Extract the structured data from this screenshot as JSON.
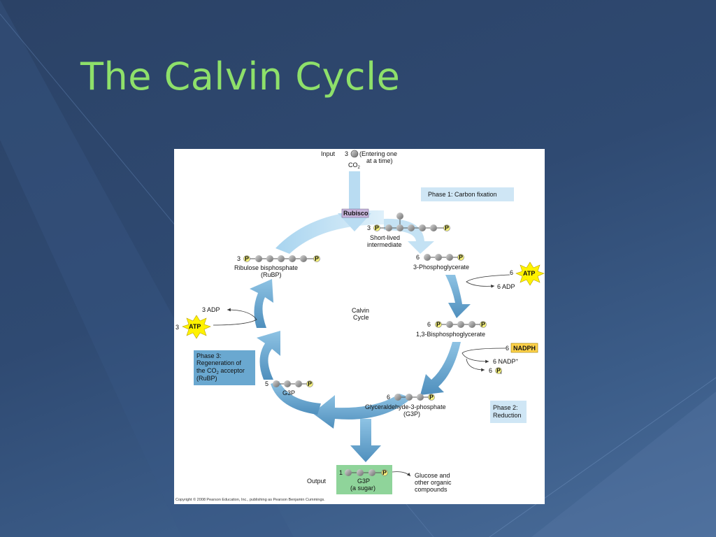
{
  "slide": {
    "title": "The Calvin Cycle"
  },
  "diagram": {
    "input": {
      "label": "Input",
      "count": "3",
      "note_line1": "(Entering one",
      "note_line2": "at a time)",
      "molecule": "CO",
      "subscript": "2"
    },
    "enzyme": "Rubisco",
    "phases": {
      "phase1": "Phase 1: Carbon fixation",
      "phase2_line1": "Phase 2:",
      "phase2_line2": "Reduction",
      "phase3_line1": "Phase 3:",
      "phase3_line2": "Regeneration of",
      "phase3_line3a": "the CO",
      "phase3_line3sub": "2",
      "phase3_line3b": " acceptor",
      "phase3_line4": "(RuBP)"
    },
    "intermediate": {
      "count": "3",
      "line1": "Short-lived",
      "line2": "intermediate"
    },
    "pga": {
      "count": "6",
      "name": "3-Phosphoglycerate"
    },
    "atp_in": {
      "count": "6",
      "label": "ATP",
      "adp_out": "6 ADP"
    },
    "bpg": {
      "count": "6",
      "name": "1,3-Bisphosphoglycerate"
    },
    "nadph_in": {
      "count": "6",
      "label": "NADPH",
      "nadp_count": "6",
      "nadp_label": "NADP",
      "nadp_sup": "+",
      "pi_count": "6",
      "pi_label": "P",
      "pi_sub": "i"
    },
    "g3p6": {
      "count": "6",
      "line1": "Glyceraldehyde-3-phosphate",
      "line2": "(G3P)"
    },
    "cycle_center": {
      "line1": "Calvin",
      "line2": "Cycle"
    },
    "g3p5": {
      "count": "5",
      "name": "G3P"
    },
    "rubp": {
      "count": "3",
      "line1": "Ribulose bisphosphate",
      "line2": "(RuBP)"
    },
    "atp_regen": {
      "count": "3",
      "label": "ATP",
      "adp_out": "3 ADP"
    },
    "output": {
      "label": "Output",
      "count": "1",
      "line1": "G3P",
      "line2": "(a sugar)",
      "product_line1": "Glucose and",
      "product_line2": "other organic",
      "product_line3": "compounds"
    },
    "phosphate_label": "P",
    "copyright": "Copyright © 2008 Pearson Education, Inc., publishing as Pearson Benjamin Cummings."
  },
  "colors": {
    "title": "#8ee06a",
    "arrow_light": "#cfe8f6",
    "arrow_dark": "#5b9cc8",
    "phase_box": "#cfe6f5",
    "phase3_box": "#6aa8d0",
    "output_box": "#8fd49a",
    "atp_star": "#fff200",
    "nadph_box": "#ffd24a",
    "phosphate": "#f4f07a",
    "rubisco_box": "#c8b6dc"
  }
}
